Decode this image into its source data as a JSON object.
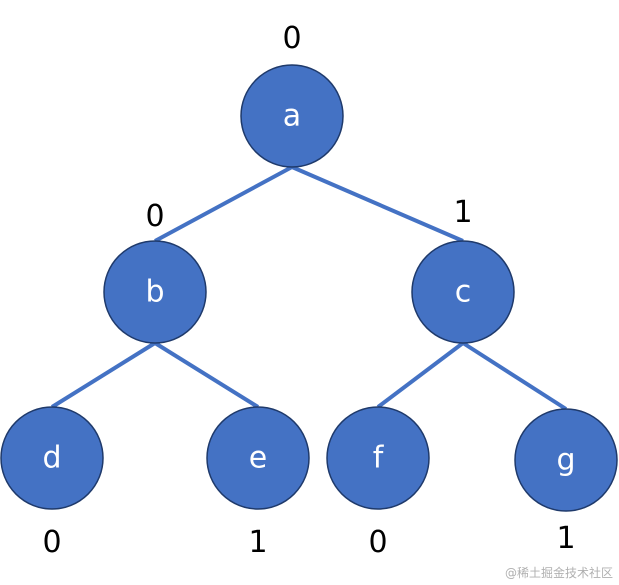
{
  "colors": {
    "node_fill": "#4472c4",
    "edge": "#4472c4"
  },
  "nodes": [
    {
      "id": "a",
      "label": "a",
      "bit": "0"
    },
    {
      "id": "b",
      "label": "b",
      "bit": "0"
    },
    {
      "id": "c",
      "label": "c",
      "bit": "1"
    },
    {
      "id": "d",
      "label": "d",
      "bit": "0"
    },
    {
      "id": "e",
      "label": "e",
      "bit": "1"
    },
    {
      "id": "f",
      "label": "f",
      "bit": "0"
    },
    {
      "id": "g",
      "label": "g",
      "bit": "1"
    }
  ],
  "edges": [
    {
      "from": "a",
      "to": "b"
    },
    {
      "from": "a",
      "to": "c"
    },
    {
      "from": "b",
      "to": "d"
    },
    {
      "from": "b",
      "to": "e"
    },
    {
      "from": "c",
      "to": "f"
    },
    {
      "from": "c",
      "to": "g"
    }
  ],
  "watermark": "@稀土掘金技术社区"
}
